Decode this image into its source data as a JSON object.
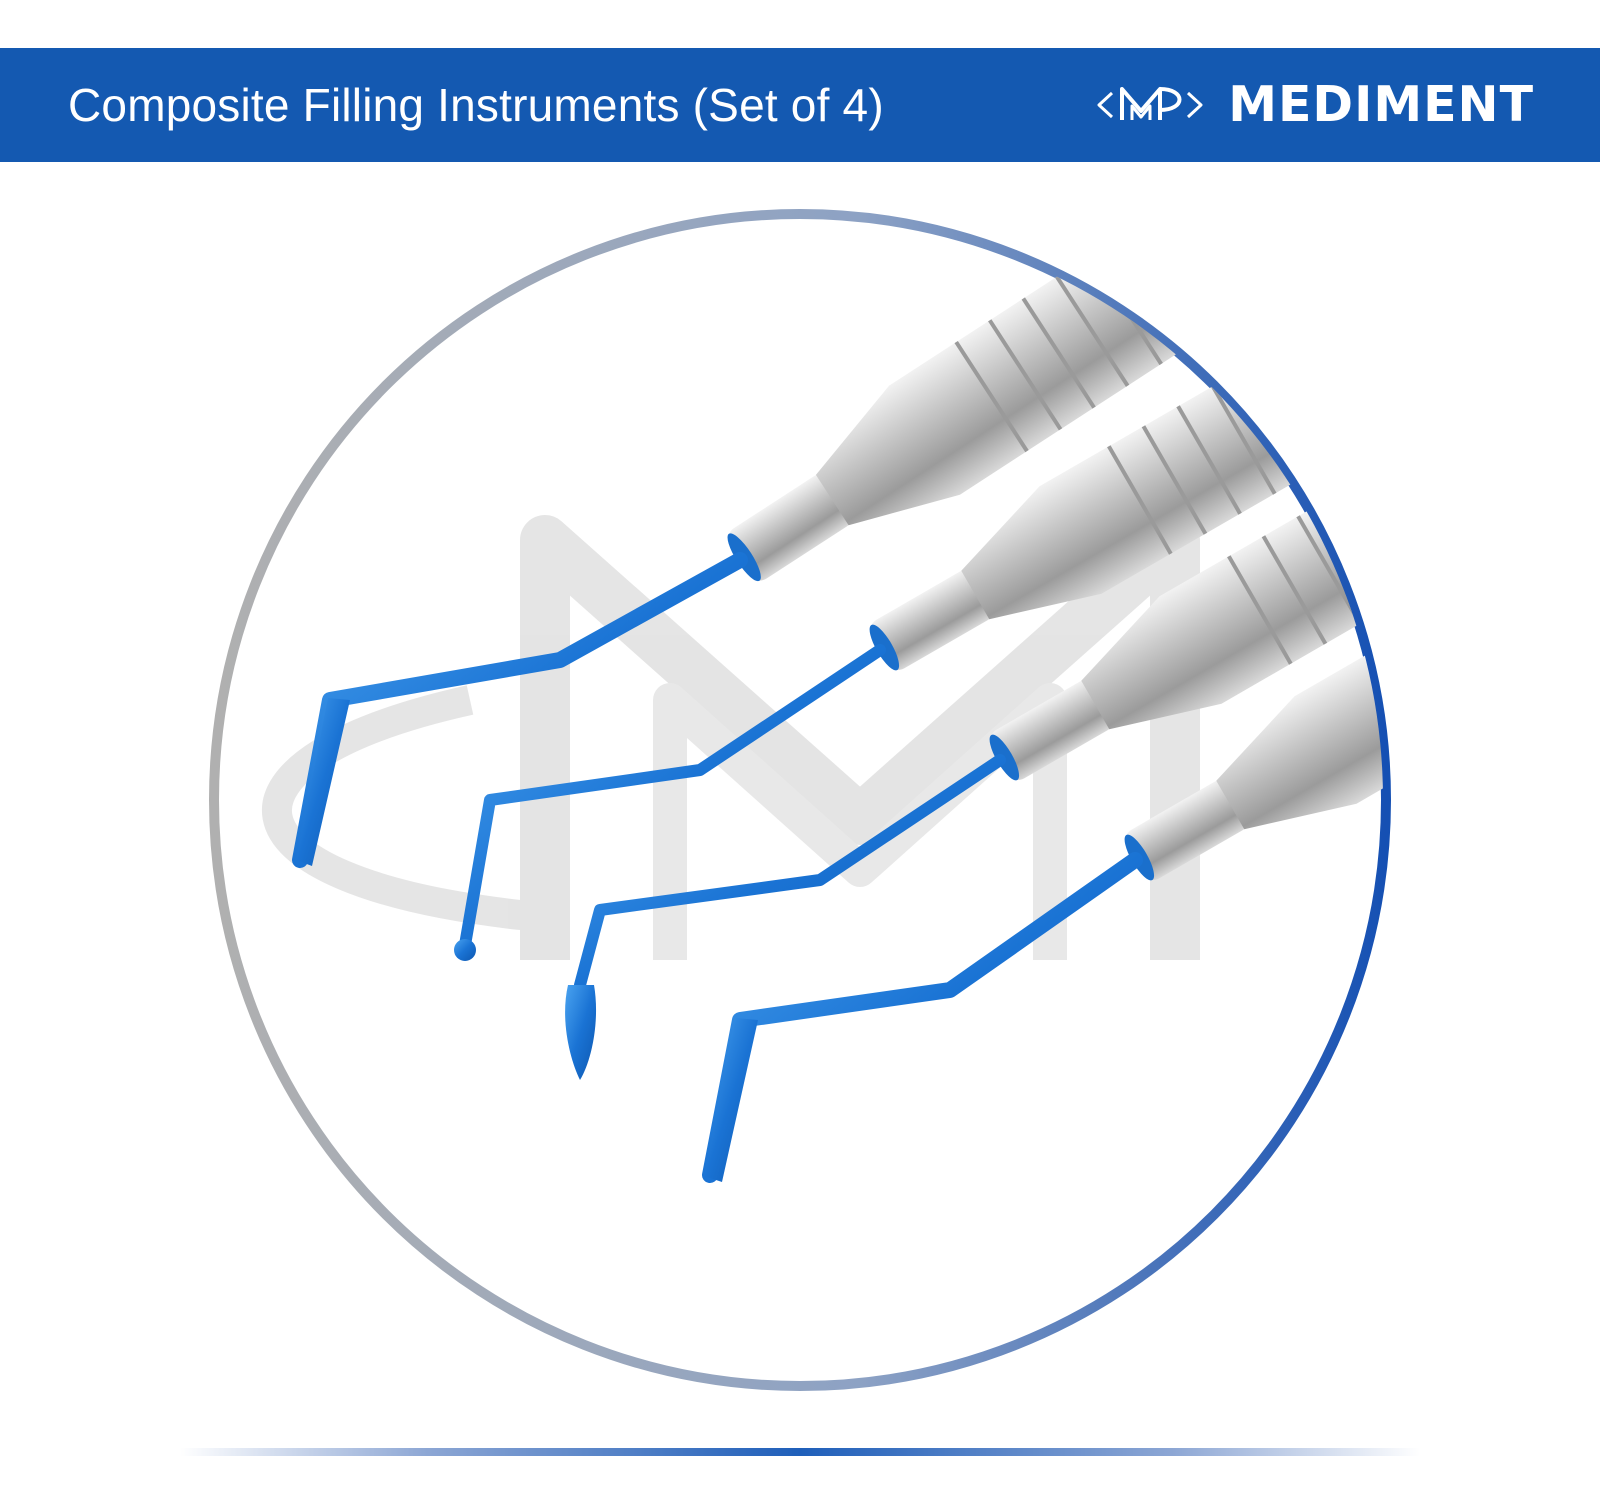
{
  "banner": {
    "title": "Composite Filling Instruments (Set of 4)",
    "background_color": "#1459b1",
    "text_color": "#ffffff"
  },
  "brand": {
    "logo_icon": "mediment-m-logo-icon",
    "name": "MEDIMENT"
  },
  "product_image": {
    "item_count": 4,
    "frame_colors": [
      "#a9a9a9",
      "#1459b1"
    ],
    "tip_color": "#1f78d6",
    "handle_color": "#c4c4c4"
  }
}
